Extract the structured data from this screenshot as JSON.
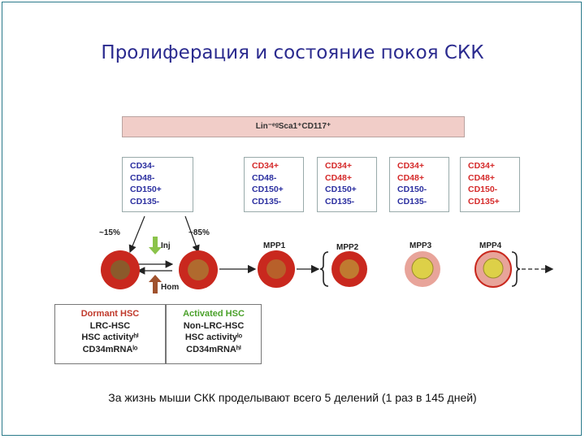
{
  "title": "Пролиферация  и состояние покоя СКК",
  "lin_bar": "Lin⁻ᵉᵍSca1⁺CD117⁺",
  "marker_columns": [
    {
      "lines": [
        {
          "text": "CD34-",
          "color": "blue"
        },
        {
          "text": "CD48-",
          "color": "blue"
        },
        {
          "text": "CD150+",
          "color": "blue"
        },
        {
          "text": "CD135-",
          "color": "blue"
        }
      ]
    },
    {
      "lines": [
        {
          "text": "CD34+",
          "color": "red"
        },
        {
          "text": "CD48-",
          "color": "blue"
        },
        {
          "text": "CD150+",
          "color": "blue"
        },
        {
          "text": "CD135-",
          "color": "blue"
        }
      ]
    },
    {
      "lines": [
        {
          "text": "CD34+",
          "color": "red"
        },
        {
          "text": "CD48+",
          "color": "red"
        },
        {
          "text": "CD150+",
          "color": "blue"
        },
        {
          "text": "CD135-",
          "color": "blue"
        }
      ]
    },
    {
      "lines": [
        {
          "text": "CD34+",
          "color": "red"
        },
        {
          "text": "CD48+",
          "color": "red"
        },
        {
          "text": "CD150-",
          "color": "blue"
        },
        {
          "text": "CD135-",
          "color": "blue"
        }
      ]
    },
    {
      "lines": [
        {
          "text": "CD34+",
          "color": "red"
        },
        {
          "text": "CD48+",
          "color": "red"
        },
        {
          "text": "CD150-",
          "color": "red"
        },
        {
          "text": "CD135+",
          "color": "red"
        }
      ]
    }
  ],
  "percent_left": "~15%",
  "percent_right": "~85%",
  "inj_label": "Inj",
  "hom_label": "Hom",
  "mpp_labels": [
    "MPP1",
    "MPP2",
    "MPP3",
    "MPP4"
  ],
  "dormant": {
    "title": "Dormant HSC",
    "line1": "LRC-HSC",
    "line2": "HSC activityʰⁱ",
    "line3": "CD34mRNAˡᵒ"
  },
  "activated": {
    "title": "Activated HSC",
    "line1": "Non-LRC-HSC",
    "line2": "HSC activityˡᵒ",
    "line3": "CD34mRNAʰⁱ"
  },
  "footer": "За жизнь мыши СКК проделывают всего 5 делений (1 раз в 145 дней)",
  "colors": {
    "title": "#2b2b8f",
    "marker_blue": "#2b2fa0",
    "marker_red": "#d52a2a",
    "cell_red": "#c9281e",
    "cell_brown": "#8b5a2b",
    "cell_pink": "#e8a49a",
    "cell_yellow": "#ddd048",
    "inj_arrow": "#8bc34a",
    "hom_arrow": "#a0522d"
  }
}
